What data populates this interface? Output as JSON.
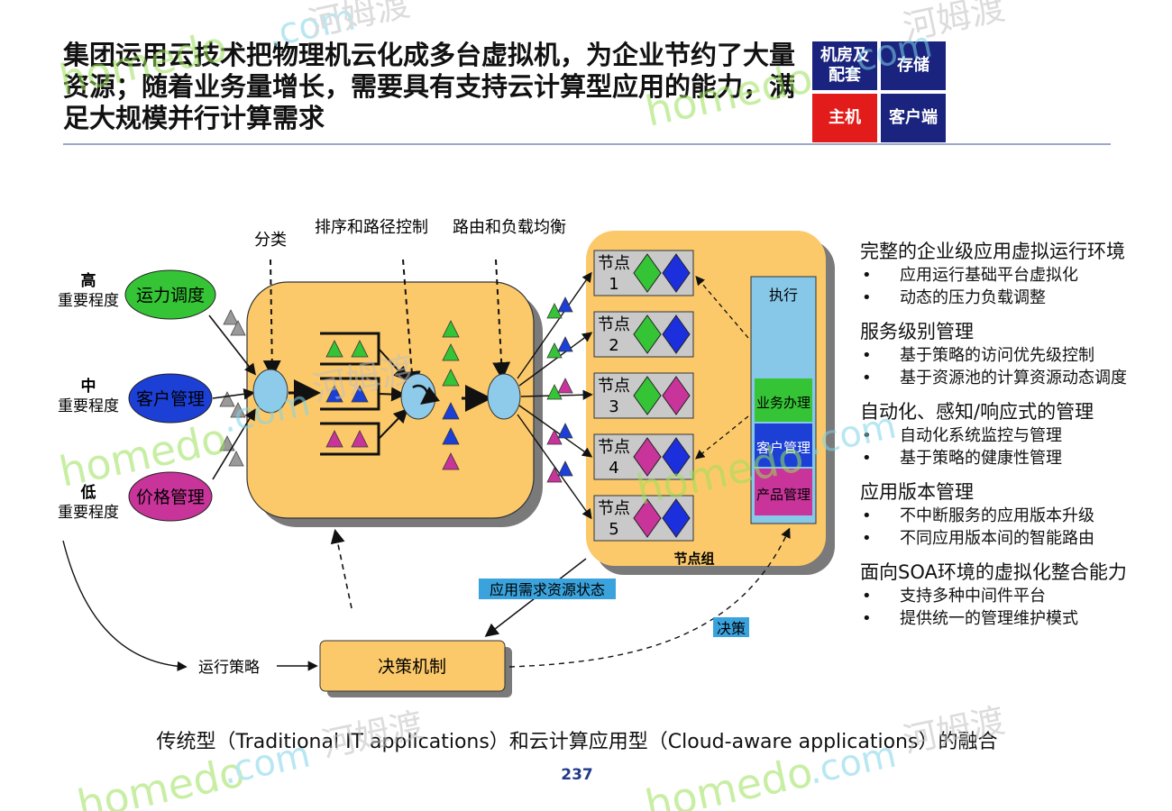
{
  "title": {
    "lines": [
      "集团运用云技术把物理机云化成多台虚拟机，为企业节约了大量",
      "资源；随着业务量增长，需要具有支持云计算型应用的能力，满",
      "足大规模并行计算需求"
    ]
  },
  "legend": [
    {
      "label": "机房及\n配套",
      "color": "#1a237e"
    },
    {
      "label": "存储",
      "color": "#1a237e"
    },
    {
      "label": "主机",
      "color": "#e21b1b"
    },
    {
      "label": "客户端",
      "color": "#1a237e"
    }
  ],
  "diagram": {
    "priority_levels": [
      {
        "level": "高",
        "caption": "重要程度",
        "service": "运力调度",
        "color": "#35c435"
      },
      {
        "level": "中",
        "caption": "重要程度",
        "service": "客户管理",
        "color": "#1c3fd6"
      },
      {
        "level": "低",
        "caption": "重要程度",
        "service": "价格管理",
        "color": "#c8349a"
      }
    ],
    "stage_labels": {
      "classify": "分类",
      "sort_route": "排序和路径控制",
      "routing_lb": "路由和负载均衡"
    },
    "nodes": [
      {
        "label": "节点",
        "number": "1",
        "diamonds": [
          "#35c435",
          "#1c2fdc"
        ]
      },
      {
        "label": "节点",
        "number": "2",
        "diamonds": [
          "#35c435",
          "#1c2fdc"
        ]
      },
      {
        "label": "节点",
        "number": "3",
        "diamonds": [
          "#35c435",
          "#c8349a"
        ]
      },
      {
        "label": "节点",
        "number": "4",
        "diamonds": [
          "#c8349a",
          "#1c2fdc"
        ]
      },
      {
        "label": "节点",
        "number": "5",
        "diamonds": [
          "#c8349a",
          "#1c2fdc"
        ]
      }
    ],
    "node_group_label": "节点组",
    "executor": {
      "title": "执行",
      "blocks": [
        {
          "label": "业务办理",
          "color": "#35c435"
        },
        {
          "label": "客户管理",
          "color": "#1c3fd6"
        },
        {
          "label": "产品管理",
          "color": "#c8349a"
        }
      ]
    },
    "resource_status_label": "应用需求资源状态",
    "decision_label": "决策",
    "decision_box": "决策机制",
    "run_policy_label": "运行策略"
  },
  "features": [
    {
      "heading": "完整的企业级应用虚拟运行环境",
      "items": [
        "应用运行基础平台虚拟化",
        "动态的压力负载调整"
      ]
    },
    {
      "heading": "服务级别管理",
      "items": [
        "基于策略的访问优先级控制",
        "基于资源池的计算资源动态调度"
      ]
    },
    {
      "heading": "自动化、感知/响应式的管理",
      "items": [
        "自动化系统监控与管理",
        "基于策略的健康性管理"
      ]
    },
    {
      "heading": "应用版本管理",
      "items": [
        "不中断服务的应用版本升级",
        "不同应用版本间的智能路由"
      ]
    },
    {
      "heading": "面向SOA环境的虚拟化整合能力",
      "items": [
        "支持多种中间件平台",
        "提供统一的管理维护模式"
      ]
    }
  ],
  "bullet_symbol": "•",
  "caption": "传统型（Traditional IT applications）和云计算应用型（Cloud-aware applications）的融合",
  "page_number": "237",
  "watermark": {
    "brand": "homedo",
    "suffix": ".com",
    "cn": "河姆渡"
  }
}
